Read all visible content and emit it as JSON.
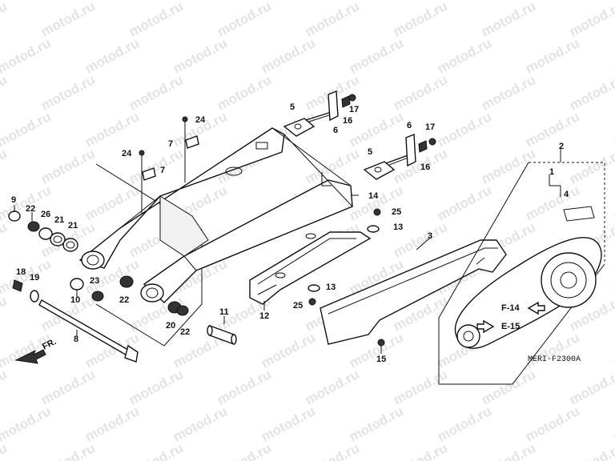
{
  "watermark": "motod.ru",
  "diagram_code": "MERI-F2300A",
  "front_marker": "FR.",
  "refs": {
    "f14": "F-14",
    "e15": "E-15"
  },
  "part_labels": [
    "1",
    "2",
    "3",
    "4",
    "5",
    "5",
    "6",
    "6",
    "7",
    "7",
    "8",
    "9",
    "10",
    "11",
    "12",
    "13",
    "13",
    "14",
    "15",
    "16",
    "16",
    "17",
    "17",
    "18",
    "19",
    "20",
    "21",
    "21",
    "22",
    "22",
    "22",
    "23",
    "24",
    "24",
    "25",
    "25",
    "26"
  ]
}
